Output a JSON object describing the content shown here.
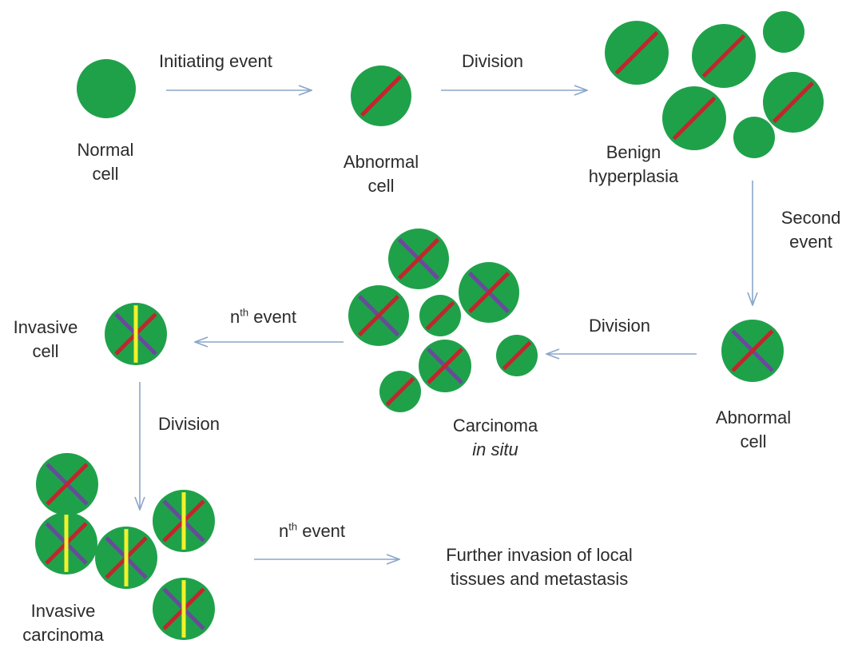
{
  "colors": {
    "cell": "#1fa14a",
    "red_mark": "#c0272d",
    "purple_mark": "#6a4a9c",
    "yellow_mark": "#f2f22a",
    "arrow": "#8aa6c9",
    "text": "#2b2b2b"
  },
  "arrows": {
    "initiating_event": "Initiating event",
    "division_top": "Division",
    "second_event": [
      "Second",
      "event"
    ],
    "division_middle": "Division",
    "nth_event_middle": {
      "n": "n",
      "sup": "th",
      "rest": " event"
    },
    "division_left": "Division",
    "nth_event_bottom": {
      "n": "n",
      "sup": "th",
      "rest": " event"
    }
  },
  "stages": {
    "normal_cell": [
      "Normal",
      "cell"
    ],
    "abnormal_cell_top": [
      "Abnormal",
      "cell"
    ],
    "benign_hyperplasia": [
      "Benign",
      "hyperplasia"
    ],
    "abnormal_cell_right": [
      "Abnormal",
      "cell"
    ],
    "carcinoma_in_situ": [
      "Carcinoma",
      "in situ"
    ],
    "invasive_cell": [
      "Invasive",
      "cell"
    ],
    "invasive_carcinoma": [
      "Invasive",
      "carcinoma"
    ],
    "further_invasion": [
      "Further invasion of local",
      "tissues and metastasis"
    ]
  },
  "cell_marks": {
    "normal": "none",
    "first_mutation": "red diagonal",
    "second_mutation": "red diagonal + purple diagonal",
    "nth_mutation": "red diagonal + purple diagonal + yellow vertical"
  }
}
